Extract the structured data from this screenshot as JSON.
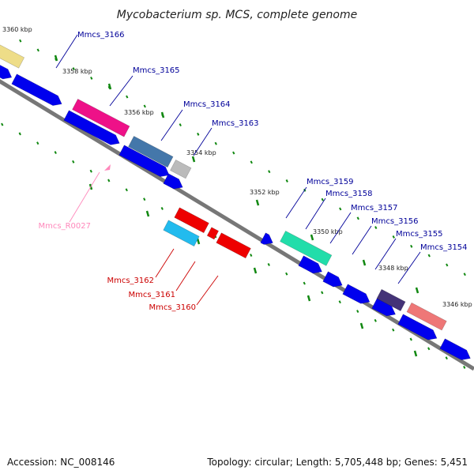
{
  "title": "Mycobacterium sp. MCS, complete genome",
  "footer": {
    "accession": "Accession: NC_008146",
    "summary": "Topology: circular; Length: 5,705,448 bp; Genes: 5,451"
  },
  "colors": {
    "cds_plain": "#0000ee",
    "tick": "#118811",
    "backbone": "#777777",
    "label_forward": "#000099",
    "label_reverse": "#cc0000",
    "label_rna": "#ff88bb"
  },
  "ticks": [
    {
      "label": "3360 kbp"
    },
    {
      "label": "3358 kbp"
    },
    {
      "label": "3356 kbp"
    },
    {
      "label": "3354 kbp"
    },
    {
      "label": "3352 kbp"
    },
    {
      "label": "3350 kbp"
    },
    {
      "label": "3348 kbp"
    },
    {
      "label": "3346 kbp"
    }
  ],
  "genes": [
    {
      "label": "Mmcs_3166",
      "color": "#eedd88",
      "strand": "+"
    },
    {
      "label": "Mmcs_3165",
      "color": "#ee1188",
      "strand": "+"
    },
    {
      "label": "Mmcs_3164",
      "color": "#4477aa",
      "strand": "+"
    },
    {
      "label": "Mmcs_3163",
      "color": "#bbbbbb",
      "strand": "+"
    },
    {
      "label": "Mmcs_3159",
      "color": "#22ddaa",
      "strand": "+"
    },
    {
      "label": "Mmcs_3158",
      "color": "#22ddaa",
      "strand": "+"
    },
    {
      "label": "Mmcs_3157",
      "color": "#22ddaa",
      "strand": "+"
    },
    {
      "label": "Mmcs_3156",
      "color": "#443377",
      "strand": "+"
    },
    {
      "label": "Mmcs_3155",
      "color": "#443377",
      "strand": "+"
    },
    {
      "label": "Mmcs_3154",
      "color": "#ee7777",
      "strand": "+"
    },
    {
      "label": "Mmcs_3162",
      "color": "#ee0000",
      "strand": "-"
    },
    {
      "label": "Mmcs_3161",
      "color": "#22bbee",
      "strand": "-"
    },
    {
      "label": "Mmcs_3160",
      "color": "#ee0000",
      "strand": "-"
    },
    {
      "label": "Mmcs_R0027",
      "color": "#ff88bb",
      "strand": "-"
    }
  ]
}
